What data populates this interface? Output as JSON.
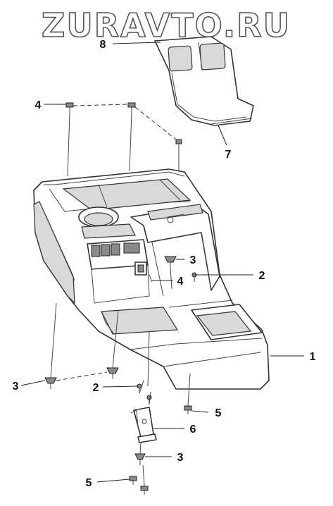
{
  "watermark": {
    "text": "ZURAVTO.RU"
  },
  "callouts": [
    {
      "id": "c8",
      "label": "8"
    },
    {
      "id": "c7",
      "label": "7"
    },
    {
      "id": "c4a",
      "label": "4"
    },
    {
      "id": "c3a",
      "label": "3"
    },
    {
      "id": "c2a",
      "label": "2"
    },
    {
      "id": "c4b",
      "label": "4"
    },
    {
      "id": "c1",
      "label": "1"
    },
    {
      "id": "c3b",
      "label": "3"
    },
    {
      "id": "c2b",
      "label": "2"
    },
    {
      "id": "c5a",
      "label": "5"
    },
    {
      "id": "c6",
      "label": "6"
    },
    {
      "id": "c3c",
      "label": "3"
    },
    {
      "id": "c5b",
      "label": "5"
    }
  ],
  "colors": {
    "line": "#333333",
    "shade": "#d9d9d9",
    "background": "#ffffff"
  }
}
